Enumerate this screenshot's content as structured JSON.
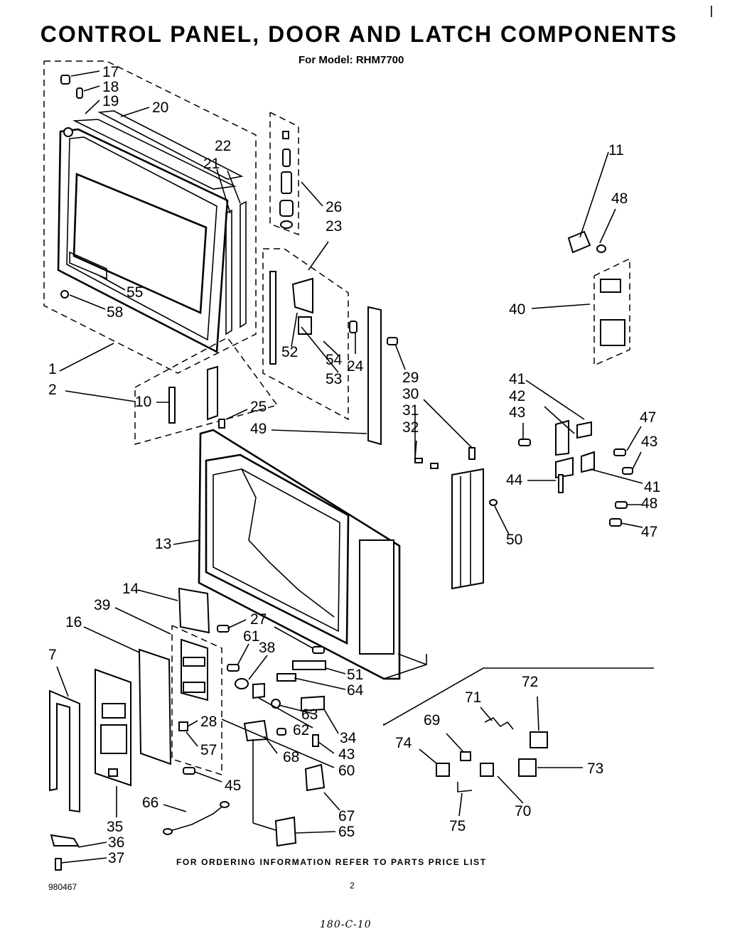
{
  "header": {
    "title": "CONTROL PANEL, DOOR AND LATCH COMPONENTS",
    "subtitle": "For Model: RHM7700"
  },
  "callouts": [
    "17",
    "18",
    "19",
    "20",
    "22",
    "21",
    "26",
    "23",
    "11",
    "48",
    "40",
    "55",
    "58",
    "52",
    "54",
    "24",
    "53",
    "29",
    "1",
    "2",
    "30",
    "10",
    "25",
    "41",
    "42",
    "31",
    "43",
    "47",
    "32",
    "49",
    "43",
    "44",
    "41",
    "48",
    "13",
    "47",
    "50",
    "14",
    "39",
    "27",
    "16",
    "61",
    "38",
    "51",
    "7",
    "64",
    "63",
    "72",
    "71",
    "69",
    "34",
    "28",
    "62",
    "74",
    "73",
    "57",
    "43",
    "68",
    "60",
    "45",
    "70",
    "66",
    "67",
    "75",
    "35",
    "65",
    "36",
    "37"
  ],
  "footer": {
    "ordering_note": "FOR ORDERING INFORMATION REFER TO PARTS PRICE LIST",
    "doc_number": "980467",
    "page_number": "2",
    "handwritten_note": "180-C-10"
  }
}
